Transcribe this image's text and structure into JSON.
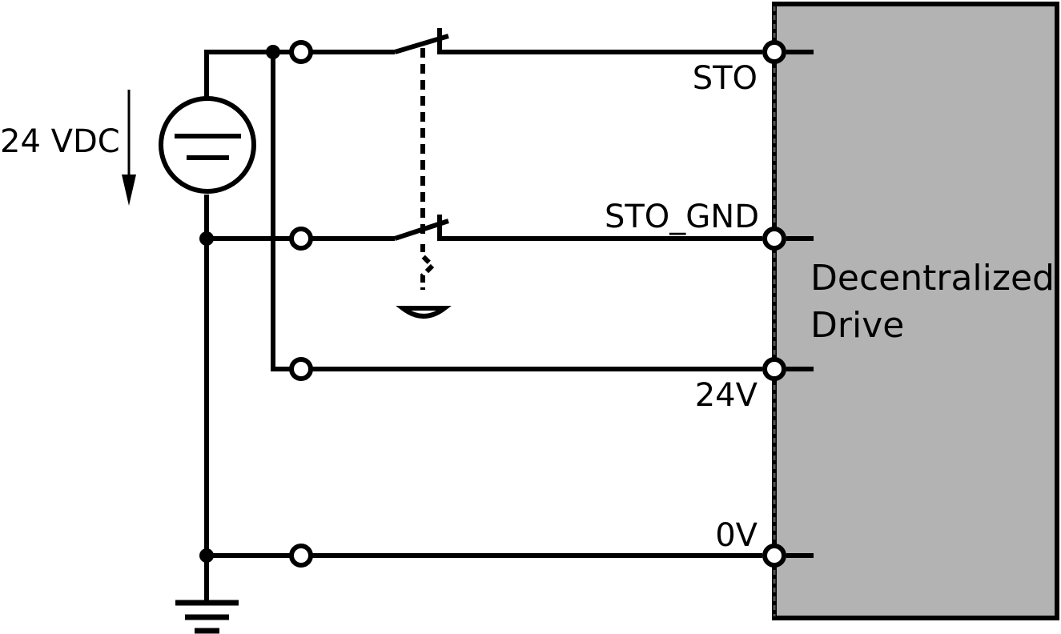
{
  "source_label": "24 VDC",
  "drive": {
    "line1": "Decentralized",
    "line2": "Drive",
    "fill": "#b3b3b3"
  },
  "terminals": {
    "sto": "STO",
    "sto_gnd": "STO_GND",
    "v24": "24V",
    "v0": "0V"
  },
  "colors": {
    "wire": "#000000",
    "background": "#ffffff"
  }
}
